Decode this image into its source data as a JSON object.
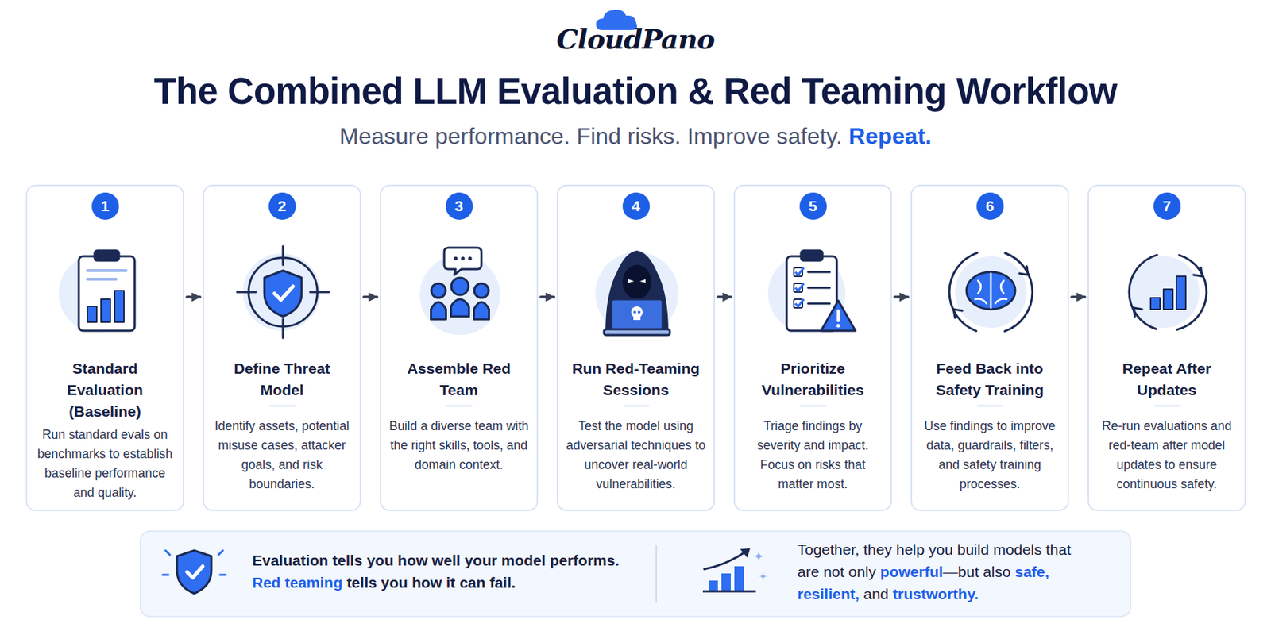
{
  "diagram": {
    "title": "The Combined LLM Evaluation & Red Teaming Workflow",
    "nodes": [
      {
        "text": [
          "1",
          "Standard Evaluation (Baseline)",
          "Run standard evals on benchmarks to establish baseline performance and quality."
        ]
      },
      {
        "text": [
          "2",
          "Define Threat Model",
          "Identify assets, potential misuse cases, attacker goals, and risk boundaries."
        ]
      },
      {
        "text": [
          "3",
          "Assemble Red Team",
          "Build a diverse team with the right skills, tools, and domain context."
        ]
      },
      {
        "text": [
          "4",
          "Run Red-Teaming Sessions",
          "Test the model using adversarial techniques to uncover real-world vulnerabilities."
        ]
      },
      {
        "text": [
          "5",
          "Prioritize Vulnerabilities",
          "Triage findings by severity and impact. Focus on risks that matter most."
        ]
      },
      {
        "text": [
          "6",
          "Feed Back into Safety Training",
          "Use findings to improve data, guardrails, filters, and safety training processes."
        ]
      },
      {
        "text": [
          "7",
          "Repeat After Updates",
          "Re-run evaluations and red-team after model updates to ensure continuous safety."
        ]
      },
      {
        "text": [
          "Evaluation tells you how well your model performs.",
          "Red teaming",
          "tells you how it can fail.",
          "Together, they help you build models that are not only",
          "powerful",
          "—but also",
          "safe,",
          "resilient,",
          "and",
          "trustworthy."
        ]
      }
    ],
    "edges": [
      {
        "from": 0,
        "to": 1,
        "arrow": "to"
      },
      {
        "from": 1,
        "to": 2,
        "arrow": "to"
      },
      {
        "from": 2,
        "to": 3,
        "arrow": "to"
      },
      {
        "from": 3,
        "to": 4,
        "arrow": "to"
      },
      {
        "from": 4,
        "to": 5,
        "arrow": "to"
      },
      {
        "from": 5,
        "to": 6,
        "arrow": "to"
      }
    ],
    "labels": [
      "CloudPano",
      "Measure performance. Find risks. Improve safety.",
      "Repeat."
    ]
  }
}
